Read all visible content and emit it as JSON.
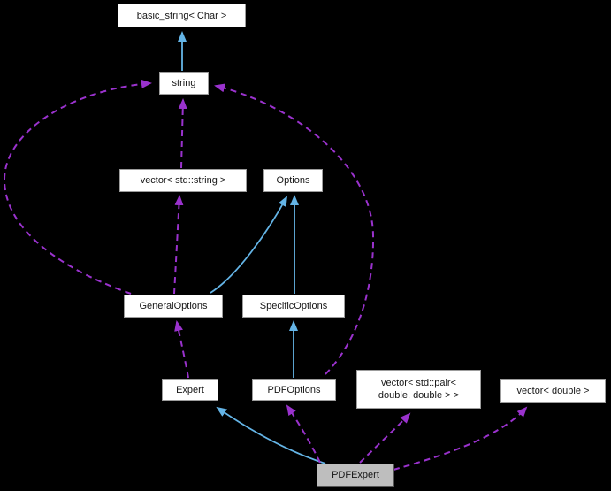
{
  "diagram": {
    "kind": "class-collaboration-graph",
    "colors": {
      "background": "#000000",
      "inheritance_edge": "#64B4E6",
      "usage_edge": "#9A32CD",
      "node_fill": "#FFFFFF",
      "node_border": "#9C9C9C",
      "highlight_node_fill": "#BEBEBE",
      "highlight_node_border": "#565656",
      "node_text": "#161616"
    },
    "nodes": [
      {
        "id": "basic_string",
        "lines": [
          "basic_string< Char >"
        ],
        "highlighted": false
      },
      {
        "id": "string",
        "lines": [
          "string"
        ],
        "highlighted": false
      },
      {
        "id": "vector_string",
        "lines": [
          "vector< std::string >"
        ],
        "highlighted": false
      },
      {
        "id": "options",
        "lines": [
          "Options"
        ],
        "highlighted": false
      },
      {
        "id": "general_options",
        "lines": [
          "GeneralOptions"
        ],
        "highlighted": false
      },
      {
        "id": "specific_options",
        "lines": [
          "SpecificOptions"
        ],
        "highlighted": false
      },
      {
        "id": "expert",
        "lines": [
          "Expert"
        ],
        "highlighted": false
      },
      {
        "id": "pdf_options",
        "lines": [
          "PDFOptions"
        ],
        "highlighted": false
      },
      {
        "id": "vector_pair",
        "lines": [
          "vector< std::pair<",
          "double, double > >"
        ],
        "highlighted": false
      },
      {
        "id": "vector_double",
        "lines": [
          "vector< double >"
        ],
        "highlighted": false
      },
      {
        "id": "pdf_expert",
        "lines": [
          "PDFExpert"
        ],
        "highlighted": true
      }
    ],
    "edges": [
      {
        "from": "string",
        "to": "basic_string< Char >",
        "type": "inheritance"
      },
      {
        "from": "vector< std::string >",
        "to": "string",
        "type": "usage"
      },
      {
        "from": "GeneralOptions",
        "to": "vector< std::string >",
        "type": "usage"
      },
      {
        "from": "GeneralOptions",
        "to": "string",
        "type": "usage"
      },
      {
        "from": "GeneralOptions",
        "to": "Options",
        "type": "inheritance"
      },
      {
        "from": "SpecificOptions",
        "to": "Options",
        "type": "inheritance"
      },
      {
        "from": "Expert",
        "to": "GeneralOptions",
        "type": "usage"
      },
      {
        "from": "PDFOptions",
        "to": "SpecificOptions",
        "type": "inheritance"
      },
      {
        "from": "PDFOptions",
        "to": "string",
        "type": "usage"
      },
      {
        "from": "PDFExpert",
        "to": "Expert",
        "type": "inheritance"
      },
      {
        "from": "PDFExpert",
        "to": "PDFOptions",
        "type": "usage"
      },
      {
        "from": "PDFExpert",
        "to": "vector< std::pair< double, double > >",
        "type": "usage"
      },
      {
        "from": "PDFExpert",
        "to": "vector< double >",
        "type": "usage"
      }
    ]
  }
}
